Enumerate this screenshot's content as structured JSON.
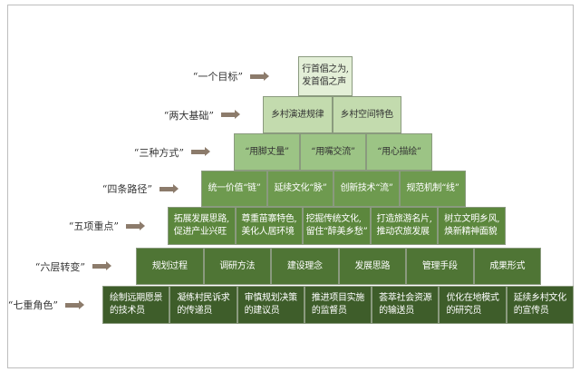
{
  "levels": [
    {
      "label": "“一个目标”",
      "cells": [
        "行首倡之为,\n发首倡之声"
      ],
      "color": "#e3efd7",
      "text": "#333"
    },
    {
      "label": "“两大基础”",
      "cells": [
        "乡村演进规律",
        "乡村空间特色"
      ],
      "color": "#c3dbae",
      "text": "#333"
    },
    {
      "label": "“三种方式”",
      "cells": [
        "“用脚丈量”",
        "“用嘴交流”",
        "“用心描绘”"
      ],
      "color": "#9cc485",
      "text": "#333"
    },
    {
      "label": "“四条路径”",
      "cells": [
        "统一价值“链”",
        "延续文化“脉”",
        "创新技术“流”",
        "规范机制“线”"
      ],
      "color": "#6e9a4f",
      "text": "#fff"
    },
    {
      "label": "“五项重点”",
      "cells": [
        "拓展发展思路,\n促进产业兴旺",
        "尊重苗寨特色,\n美化人居环境",
        "挖掘传统文化,\n留住“醉美乡愁”",
        "打造旅游名片,\n推动农旅发展",
        "树立文明乡风,\n焕新精神面貌"
      ],
      "color": "#5c873d",
      "text": "#fff"
    },
    {
      "label": "“六层转变”",
      "cells": [
        "规划过程",
        "调研方法",
        "建设理念",
        "发展思路",
        "管理手段",
        "成果形式"
      ],
      "color": "#4f7535",
      "text": "#fff"
    },
    {
      "label": "“七重角色”",
      "cells": [
        "绘制远期愿景\n的技术员",
        "凝练村民诉求\n的传递员",
        "审慎规划决策\n的建议员",
        "推进项目实施\n的监督员",
        "荟萃社会资源\n的输送员",
        "优化在地模式\n的研究员",
        "延续乡村文化\n的宣传员"
      ],
      "color": "#3e5d2a",
      "text": "#fff"
    }
  ]
}
